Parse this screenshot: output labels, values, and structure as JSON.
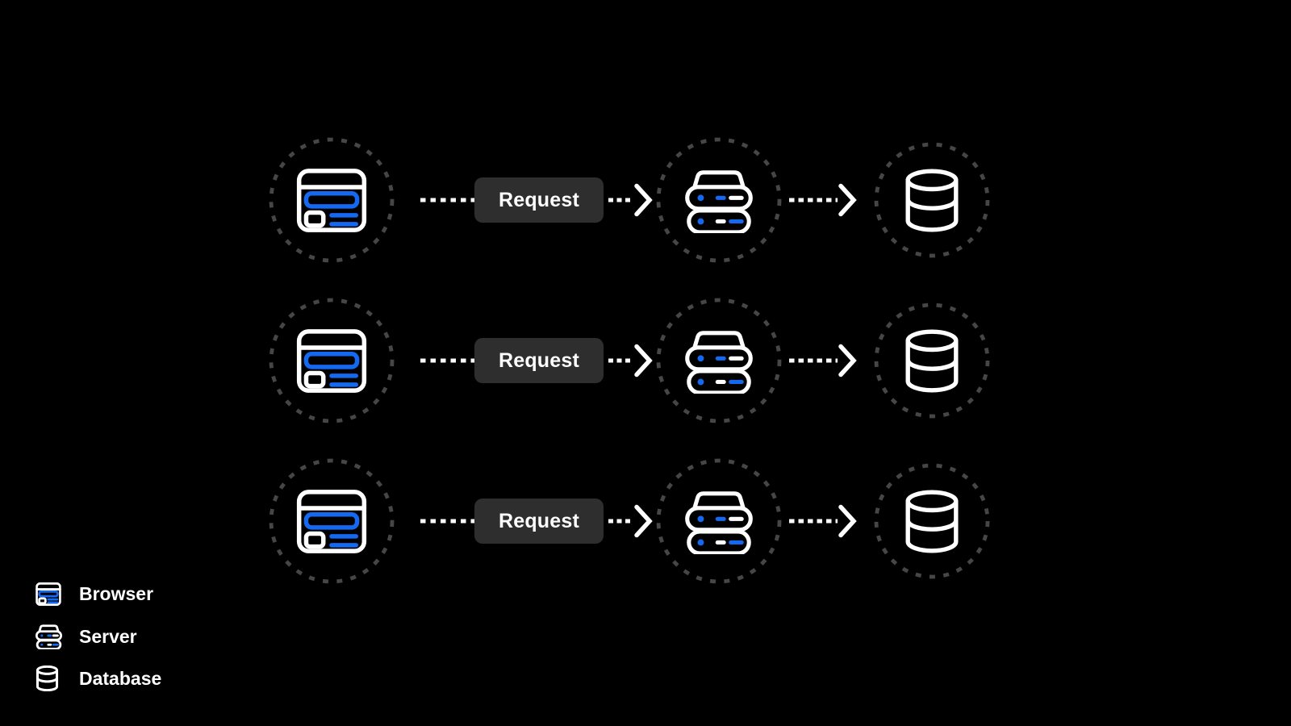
{
  "canvas": {
    "background": "#000000"
  },
  "colors": {
    "accent_blue": "#1568f0",
    "icon_white": "#ffffff",
    "node_ring_gray": "#464646",
    "request_chip_bg": "#2e2e2e",
    "request_chip_text": "#ffffff",
    "connector_white": "#ffffff"
  },
  "flow_rows": [
    {
      "source_icon": "browser-icon",
      "request_label": "Request",
      "middle_icon": "server-icon",
      "target_icon": "database-icon"
    },
    {
      "source_icon": "browser-icon",
      "request_label": "Request",
      "middle_icon": "server-icon",
      "target_icon": "database-icon"
    },
    {
      "source_icon": "browser-icon",
      "request_label": "Request",
      "middle_icon": "server-icon",
      "target_icon": "database-icon"
    }
  ],
  "legend": {
    "items": [
      {
        "icon": "browser-icon",
        "label": "Browser"
      },
      {
        "icon": "server-icon",
        "label": "Server"
      },
      {
        "icon": "database-icon",
        "label": "Database"
      }
    ]
  }
}
